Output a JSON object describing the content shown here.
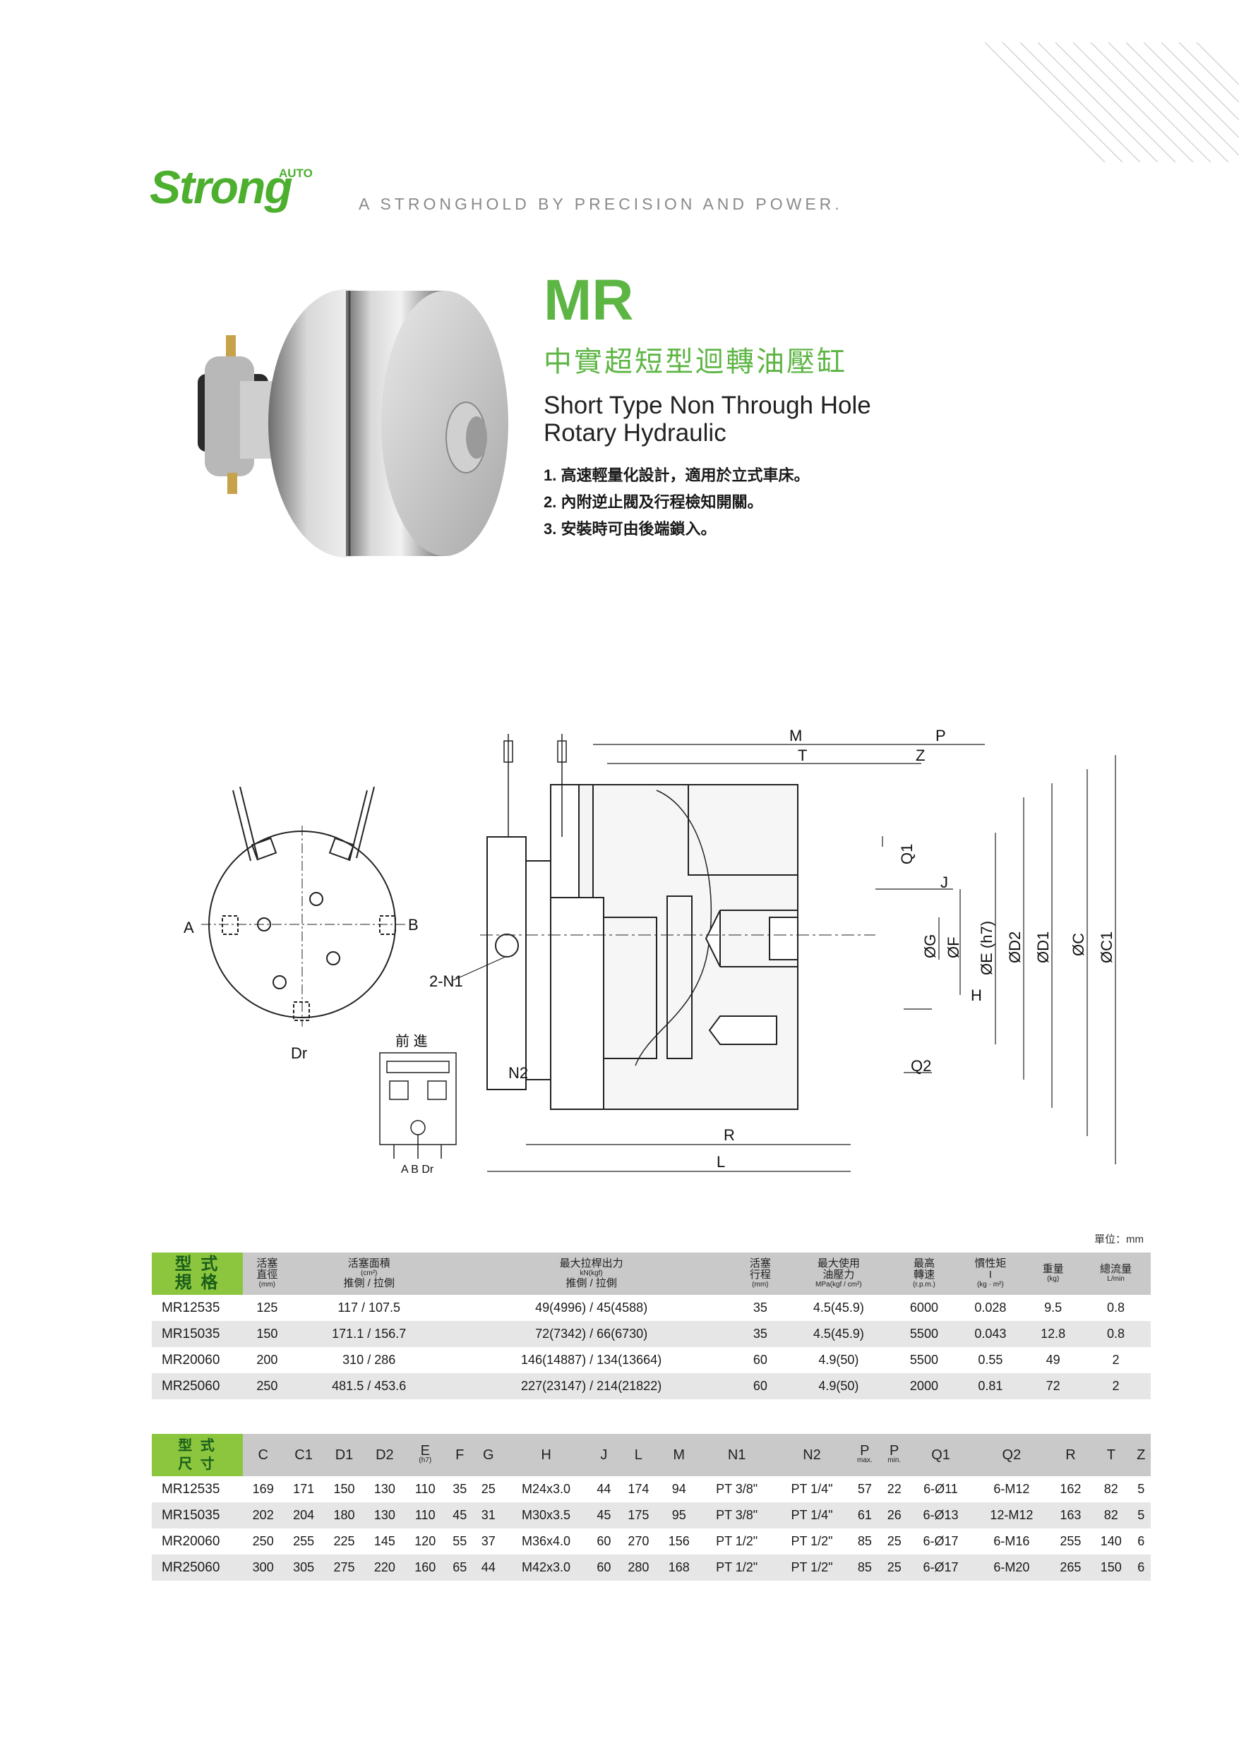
{
  "header": {
    "logo_text": "Strong",
    "logo_superscript": "AUTO",
    "tagline": "A STRONGHOLD BY PRECISION AND POWER."
  },
  "title": {
    "model": "MR",
    "zh_name": "中實超短型迴轉油壓缸",
    "en_line1": "Short Type Non Through Hole",
    "en_line2": "Rotary Hydraulic"
  },
  "features": [
    "1. 高速輕量化設計，適用於立式車床。",
    "2. 內附逆止閥及行程檢知開關。",
    "3. 安裝時可由後端鎖入。"
  ],
  "drawing_labels": {
    "A": "A",
    "B": "B",
    "Dr": "Dr",
    "forward": "前 進",
    "ports": "A  B  Dr",
    "M": "M",
    "P": "P",
    "T": "T",
    "Z": "Z",
    "Q1": "Q1",
    "J": "J",
    "G": "ØG",
    "F": "ØF",
    "E": "ØE (h7)",
    "D2": "ØD2",
    "D1": "ØD1",
    "C": "ØC",
    "C1": "ØC1",
    "H": "H",
    "N1": "2-N1",
    "N2": "N2",
    "Q2": "Q2",
    "R": "R",
    "L": "L"
  },
  "table1": {
    "unit": "單位：mm",
    "corner": [
      "型 式",
      "規 格"
    ],
    "headers": [
      {
        "l1": "活塞",
        "l2": "直徑",
        "sub": "(mm)"
      },
      {
        "l1": "活塞面積",
        "sub": "(cm²)",
        "l2": "推側 / 拉側"
      },
      {
        "l1": "最大拉桿出力",
        "sub": "kN(kgf)",
        "l2": "推側 / 拉側"
      },
      {
        "l1": "活塞",
        "l2": "行程",
        "sub": "(mm)"
      },
      {
        "l1": "最大使用",
        "l2": "油壓力",
        "sub": "MPa(kgf / cm²)"
      },
      {
        "l1": "最高",
        "l2": "轉速",
        "sub": "(r.p.m.)"
      },
      {
        "l1": "慣性矩",
        "l2": "I",
        "sub": "(kg · m²)"
      },
      {
        "l1": "重量",
        "sub": "(kg)"
      },
      {
        "l1": "總流量",
        "sub": "L/min"
      }
    ],
    "rows": [
      [
        "MR12535",
        "125",
        "117 / 107.5",
        "49(4996) / 45(4588)",
        "35",
        "4.5(45.9)",
        "6000",
        "0.028",
        "9.5",
        "0.8"
      ],
      [
        "MR15035",
        "150",
        "171.1 / 156.7",
        "72(7342) / 66(6730)",
        "35",
        "4.5(45.9)",
        "5500",
        "0.043",
        "12.8",
        "0.8"
      ],
      [
        "MR20060",
        "200",
        "310 / 286",
        "146(14887) / 134(13664)",
        "60",
        "4.9(50)",
        "5500",
        "0.55",
        "49",
        "2"
      ],
      [
        "MR25060",
        "250",
        "481.5 / 453.6",
        "227(23147) / 214(21822)",
        "60",
        "4.9(50)",
        "2000",
        "0.81",
        "72",
        "2"
      ]
    ]
  },
  "table2": {
    "corner": [
      "型 式",
      "尺 寸"
    ],
    "headers": [
      {
        "l1": "C"
      },
      {
        "l1": "C1"
      },
      {
        "l1": "D1"
      },
      {
        "l1": "D2"
      },
      {
        "l1": "E",
        "sub": "(h7)"
      },
      {
        "l1": "F"
      },
      {
        "l1": "G"
      },
      {
        "l1": "H"
      },
      {
        "l1": "J"
      },
      {
        "l1": "L"
      },
      {
        "l1": "M"
      },
      {
        "l1": "N1"
      },
      {
        "l1": "N2"
      },
      {
        "l1": "P",
        "sub": "max."
      },
      {
        "l1": "P",
        "sub": "min."
      },
      {
        "l1": "Q1"
      },
      {
        "l1": "Q2"
      },
      {
        "l1": "R"
      },
      {
        "l1": "T"
      },
      {
        "l1": "Z"
      }
    ],
    "rows": [
      [
        "MR12535",
        "169",
        "171",
        "150",
        "130",
        "110",
        "35",
        "25",
        "M24x3.0",
        "44",
        "174",
        "94",
        "PT 3/8\"",
        "PT 1/4\"",
        "57",
        "22",
        "6-Ø11",
        "6-M12",
        "162",
        "82",
        "5"
      ],
      [
        "MR15035",
        "202",
        "204",
        "180",
        "130",
        "110",
        "45",
        "31",
        "M30x3.5",
        "45",
        "175",
        "95",
        "PT 3/8\"",
        "PT 1/4\"",
        "61",
        "26",
        "6-Ø13",
        "12-M12",
        "163",
        "82",
        "5"
      ],
      [
        "MR20060",
        "250",
        "255",
        "225",
        "145",
        "120",
        "55",
        "37",
        "M36x4.0",
        "60",
        "270",
        "156",
        "PT 1/2\"",
        "PT 1/2\"",
        "85",
        "25",
        "6-Ø17",
        "6-M16",
        "255",
        "140",
        "6"
      ],
      [
        "MR25060",
        "300",
        "305",
        "275",
        "220",
        "160",
        "65",
        "44",
        "M42x3.0",
        "60",
        "280",
        "168",
        "PT 1/2\"",
        "PT 1/2\"",
        "85",
        "25",
        "6-Ø17",
        "6-M20",
        "265",
        "150",
        "6"
      ]
    ]
  }
}
